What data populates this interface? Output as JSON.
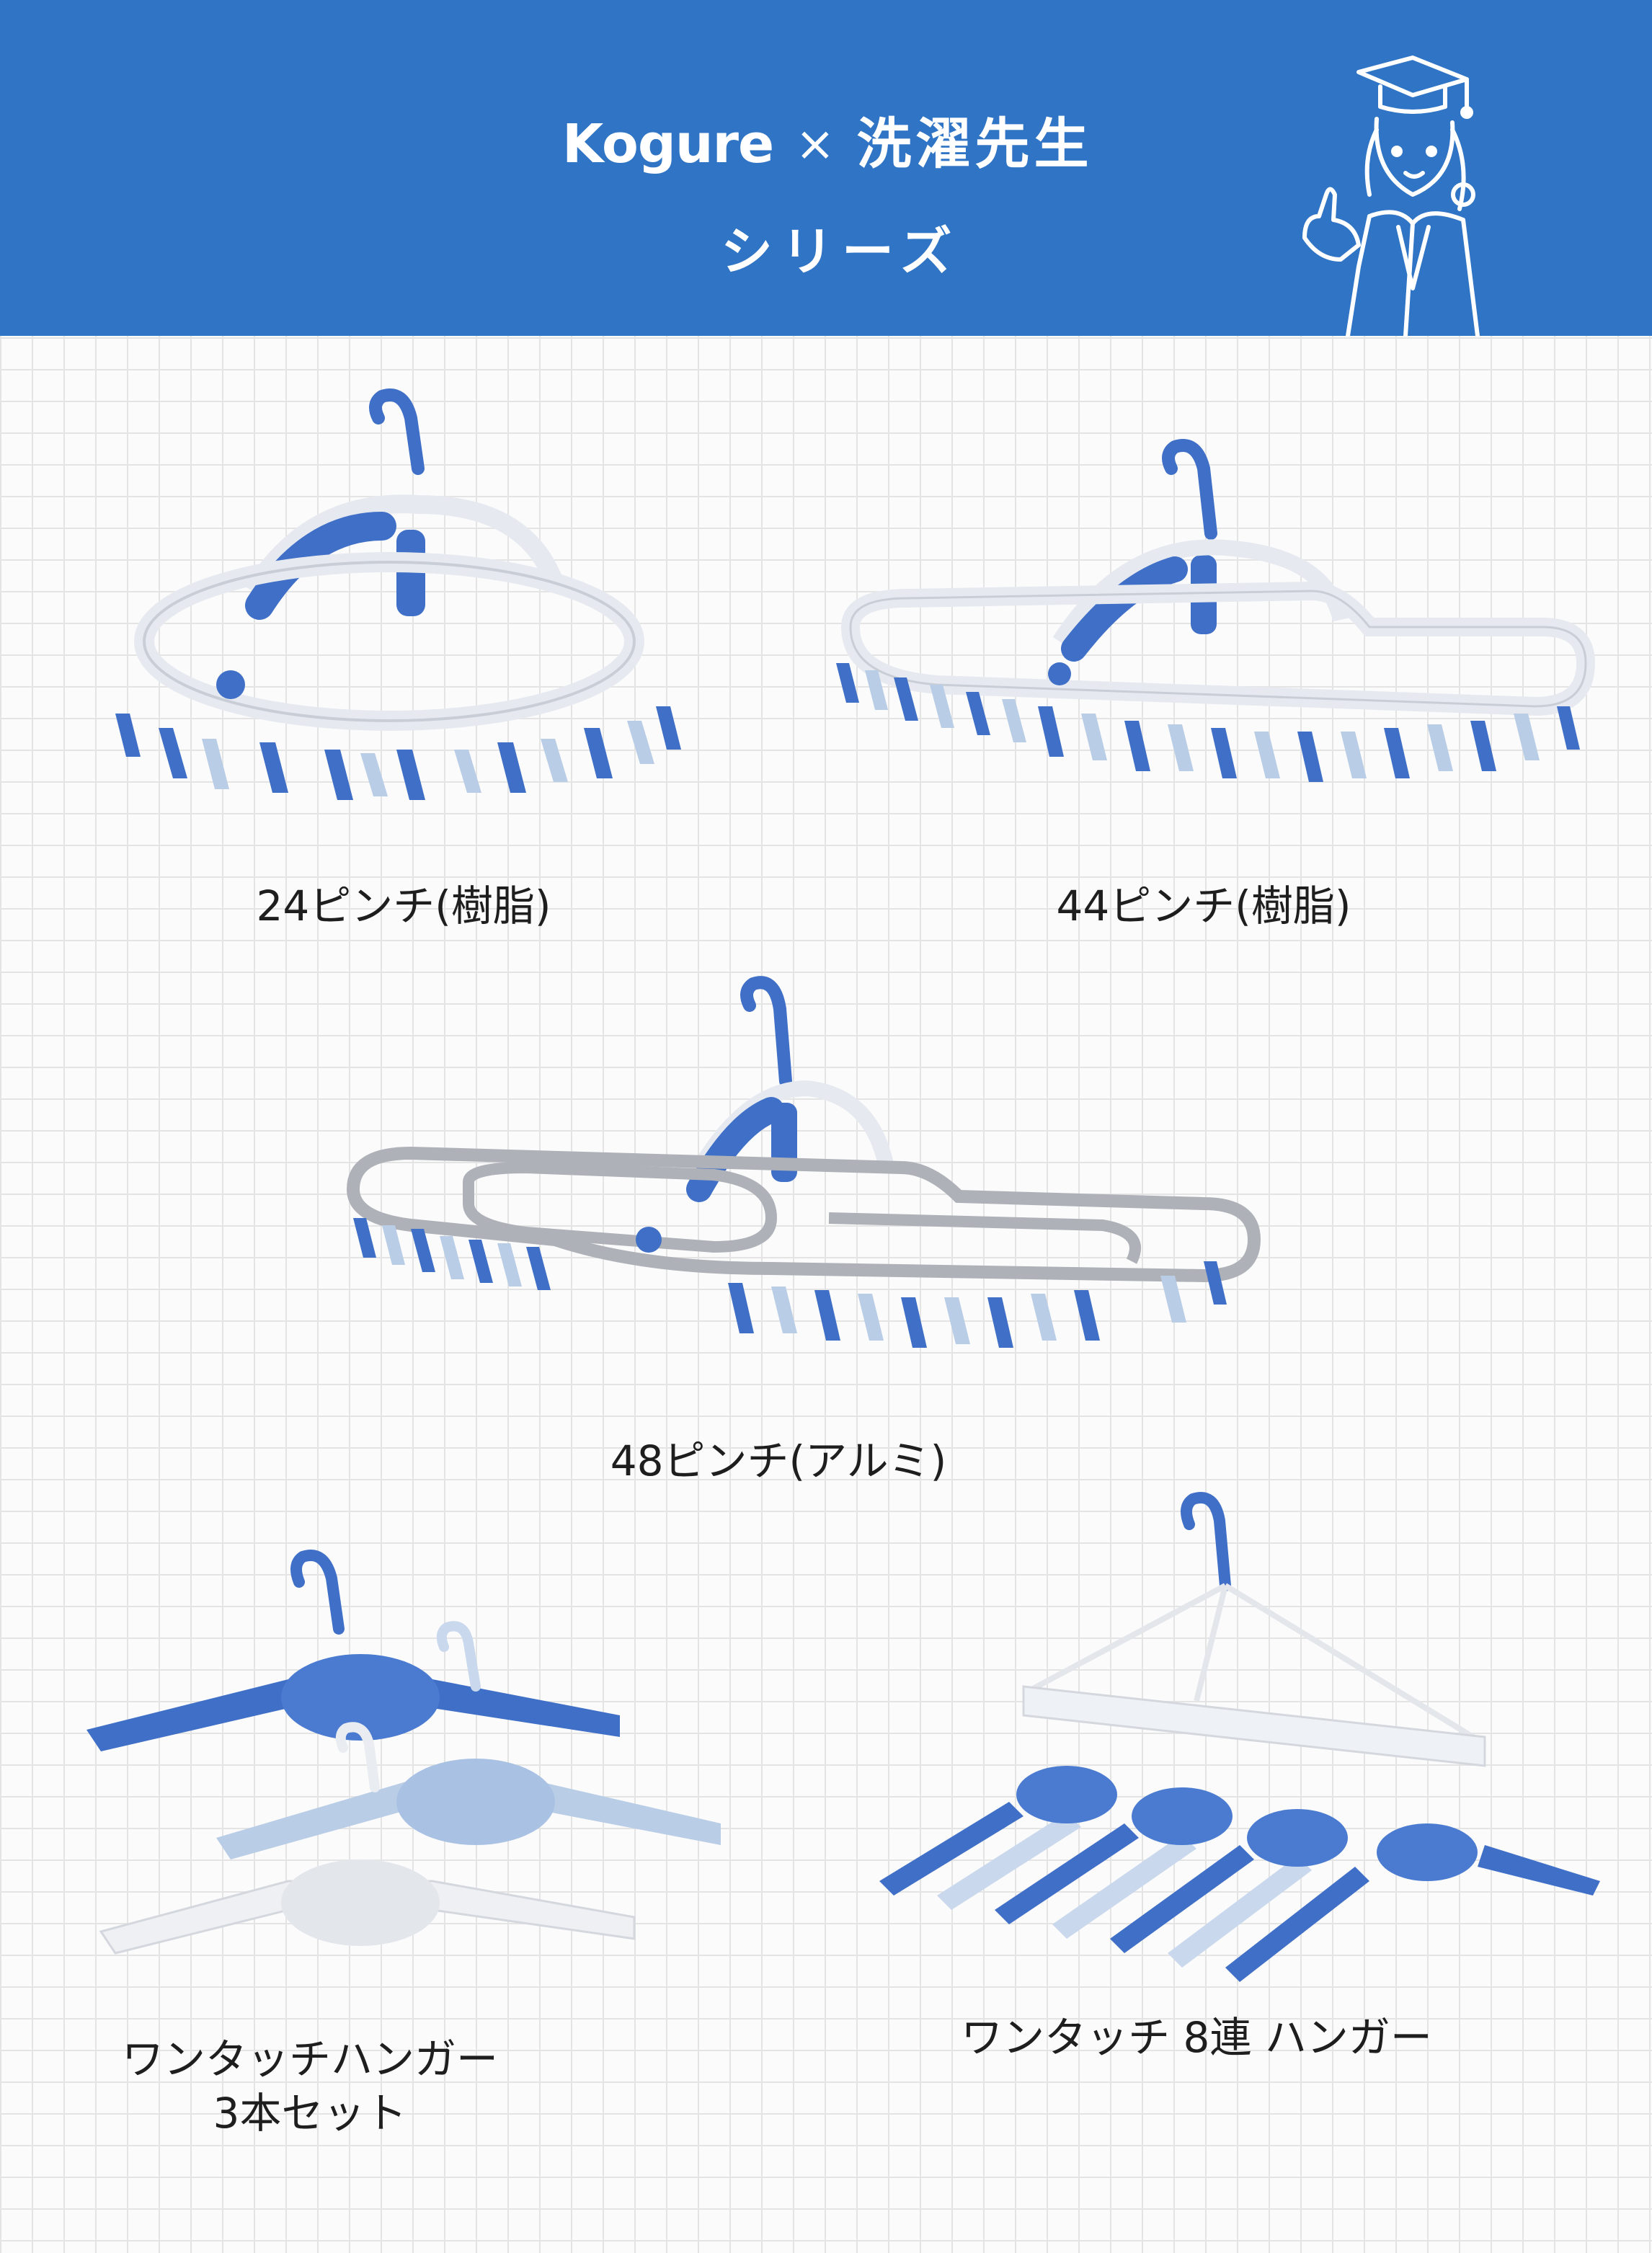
{
  "header": {
    "brand": "Kogure",
    "separator": "×",
    "partner": "洗濯先生",
    "series": "シリーズ",
    "background_color": "#2f74c5",
    "mascot_icon": "teacher-with-graduation-cap-icon"
  },
  "products": [
    {
      "caption": "24ピンチ(樹脂)",
      "icon": "pinch-hanger-24-icon"
    },
    {
      "caption": "44ピンチ(樹脂)",
      "icon": "pinch-hanger-44-icon"
    },
    {
      "caption": "48ピンチ(アルミ)",
      "icon": "pinch-hanger-48-aluminum-icon"
    },
    {
      "caption_line1": "ワンタッチハンガー",
      "caption_line2": "3本セット",
      "icon": "one-touch-hanger-set-icon"
    },
    {
      "caption": "ワンタッチ 8連 ハンガー",
      "icon": "one-touch-8-hanger-icon"
    }
  ],
  "colors": {
    "blue": "#3f6fc6",
    "light_blue": "#b9cde6",
    "white_plastic": "#eef1f5",
    "aluminum": "#aeb2b8"
  }
}
